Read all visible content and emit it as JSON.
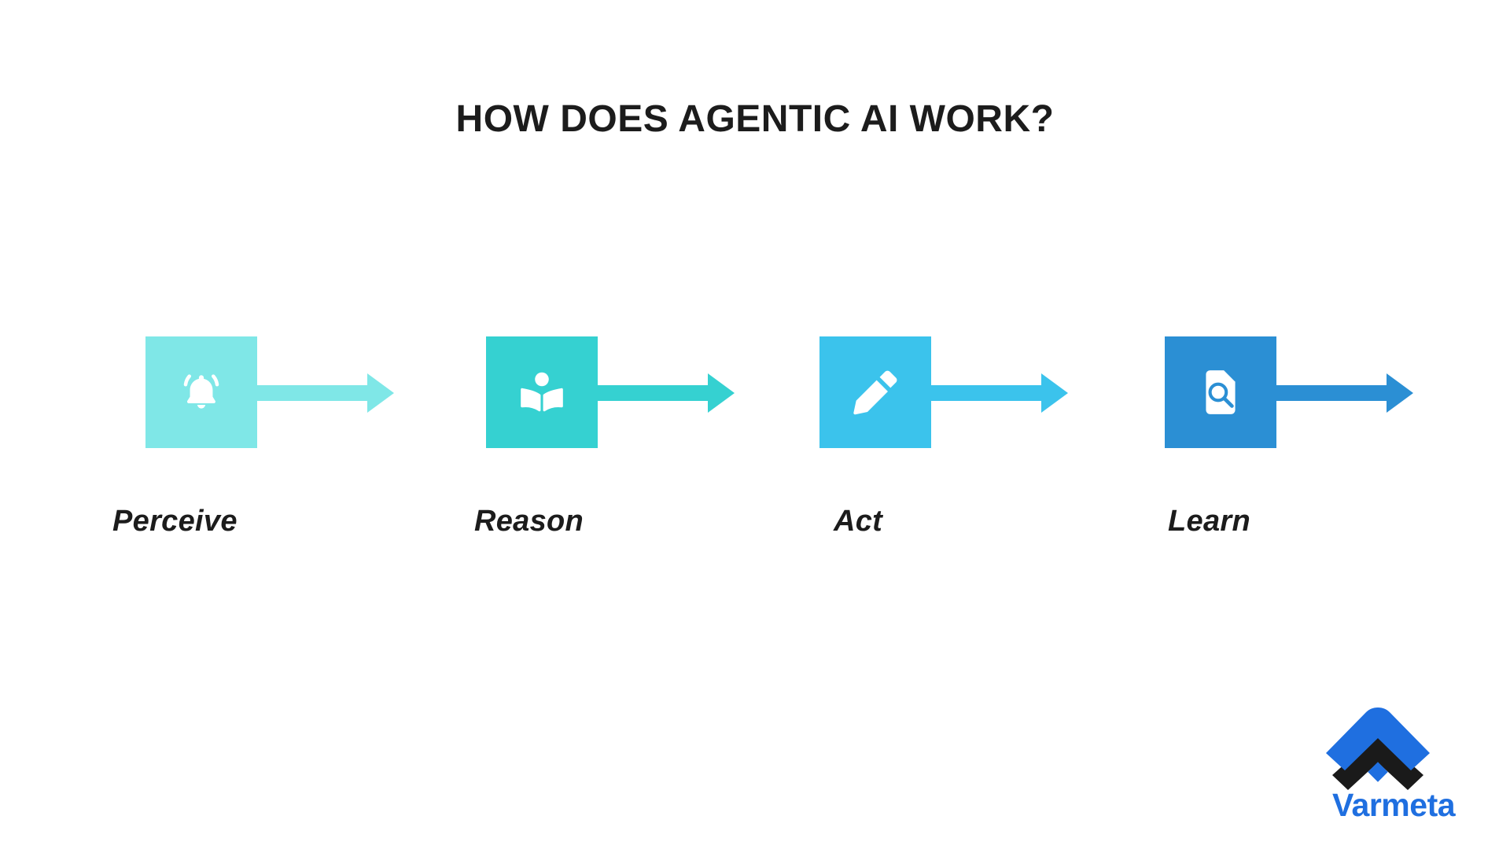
{
  "page": {
    "background": "#FFFFFF",
    "title": "HOW DOES AGENTIC AI WORK?",
    "title_color": "#1C1C1C"
  },
  "flow": {
    "steps": [
      {
        "label": "Perceive",
        "icon": "bell-icon",
        "box_color": "#7FE7E7",
        "arrow_color": "#7FE7E7",
        "icon_color": "#FFFFFF"
      },
      {
        "label": "Reason",
        "icon": "person-reading-book-icon",
        "box_color": "#35D1D1",
        "arrow_color": "#35D1D1",
        "icon_color": "#FFFFFF"
      },
      {
        "label": "Act",
        "icon": "pencil-icon",
        "box_color": "#3BC3EC",
        "arrow_color": "#3BC3EC",
        "icon_color": "#FFFFFF"
      },
      {
        "label": "Learn",
        "icon": "document-search-icon",
        "box_color": "#2B8FD4",
        "arrow_color": "#2B8FD4",
        "icon_color": "#FFFFFF"
      }
    ]
  },
  "logo": {
    "wordmark": "Varmeta",
    "mark_name": "varmeta-chevron-logo-icon",
    "blue": "#1F6FE0",
    "black": "#1A1A1A"
  }
}
